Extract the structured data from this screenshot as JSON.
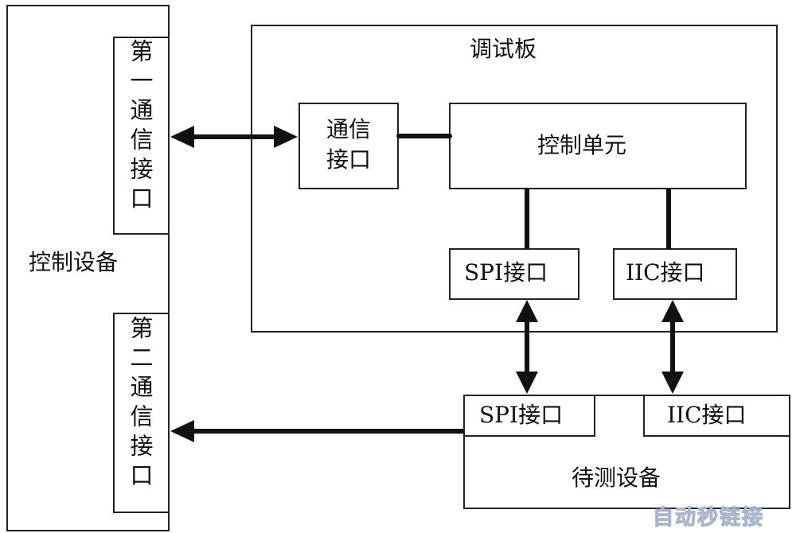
{
  "control_device": {
    "title": "控制设备",
    "port1": "第一通信接口",
    "port2": "第二通信接口"
  },
  "debug_board": {
    "title": "调试板",
    "comm_interface": "通信接口",
    "control_unit": "控制单元",
    "spi": "SPI接口",
    "iic": "IIC接口"
  },
  "dut": {
    "title": "待测设备",
    "spi": "SPI接口",
    "iic": "IIC接口"
  },
  "watermark": "自动秒链接"
}
